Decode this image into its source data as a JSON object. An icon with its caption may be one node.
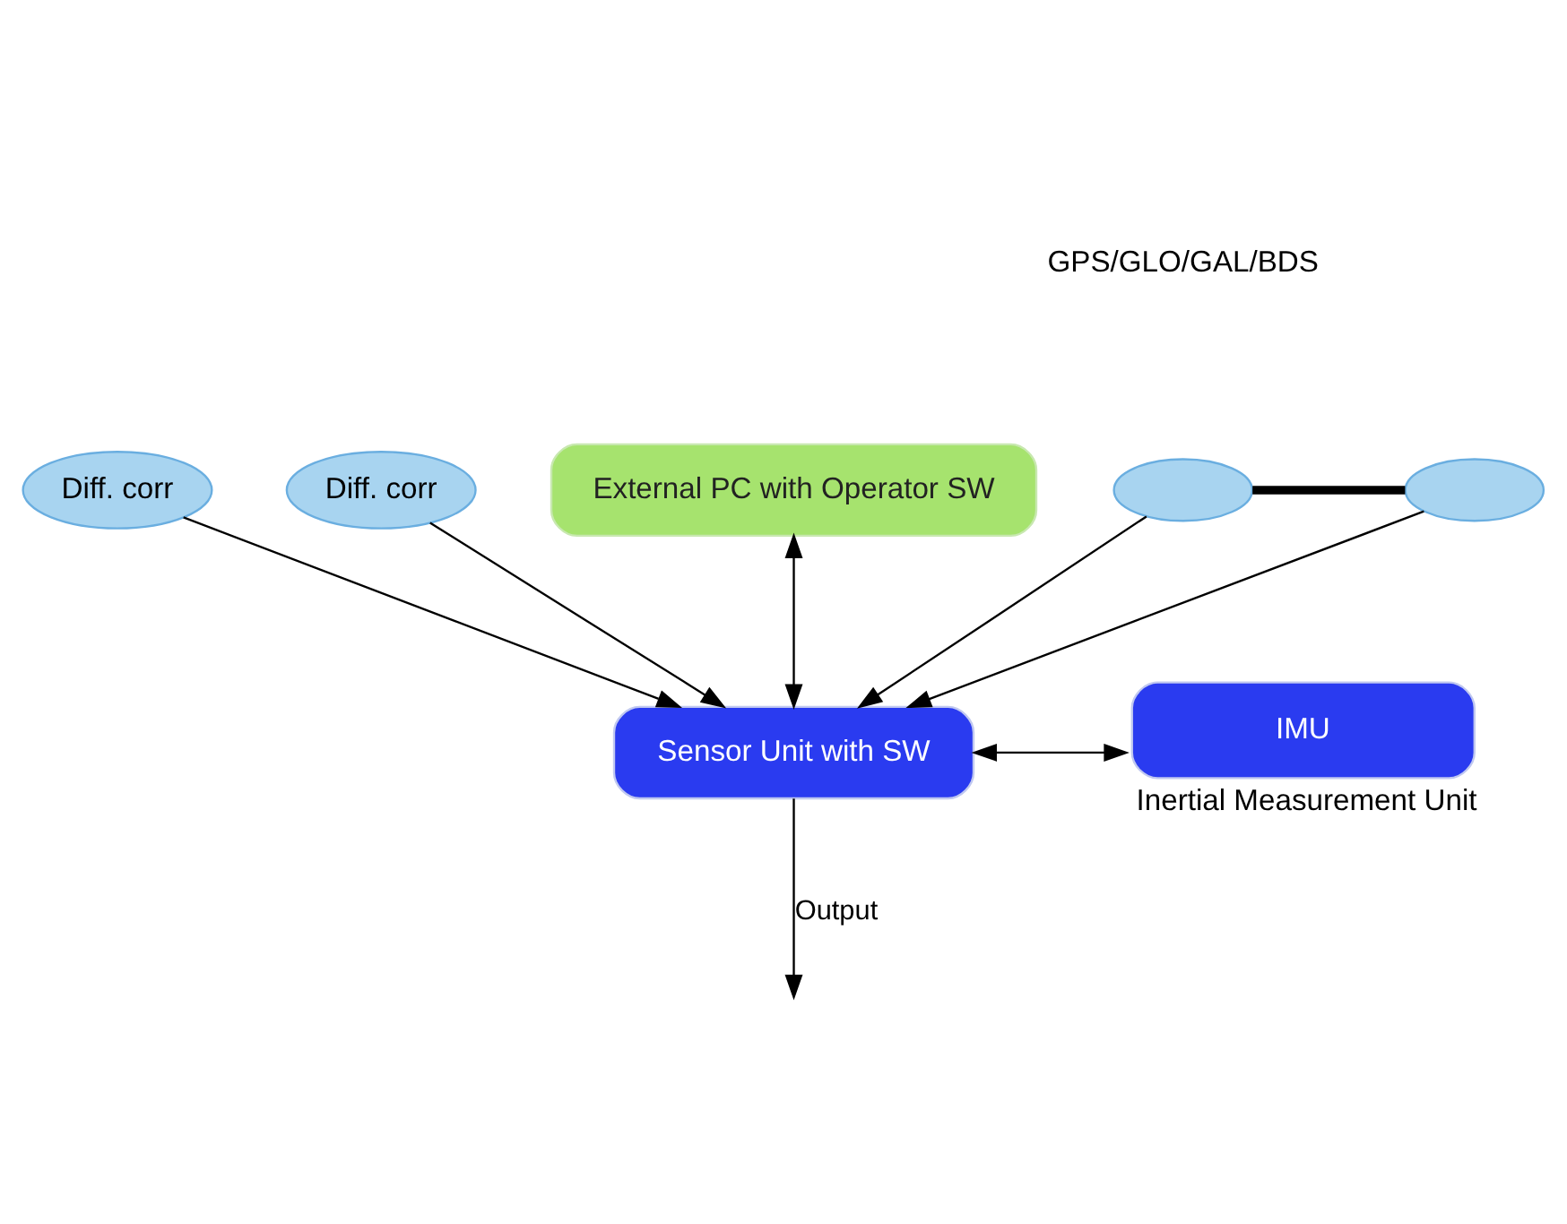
{
  "diagram": {
    "nodes": [
      {
        "text": [],
        "shape": "ellipse"
      },
      {
        "text": [],
        "shape": "ellipse"
      },
      {
        "text": [
          "Diff. corr"
        ]
      },
      {
        "text": [
          "Diff. corr"
        ]
      },
      {
        "text": [
          "External PC with Operator SW"
        ]
      },
      {
        "text": [
          "Sensor Unit with SW"
        ]
      },
      {
        "text": [
          "IMU"
        ],
        "beside": [
          "Inertial Measurement Unit"
        ]
      }
    ],
    "edges": [
      {
        "from": 0,
        "to": 1,
        "arrow": "none",
        "style": "thick"
      },
      {
        "from": 0,
        "to": 5,
        "arrow": "to"
      },
      {
        "from": 1,
        "to": 5,
        "arrow": "to"
      },
      {
        "from": 2,
        "to": 5,
        "arrow": "to"
      },
      {
        "from": 3,
        "to": 5,
        "arrow": "to"
      },
      {
        "from": 4,
        "to": 5,
        "arrow": "both"
      },
      {
        "from": 5,
        "to": 6,
        "arrow": "both"
      },
      {
        "from": 5,
        "to": null,
        "arrow": "to",
        "label": "Output"
      }
    ],
    "labels": [
      "GPS/GLO/GAL/BDS"
    ]
  }
}
